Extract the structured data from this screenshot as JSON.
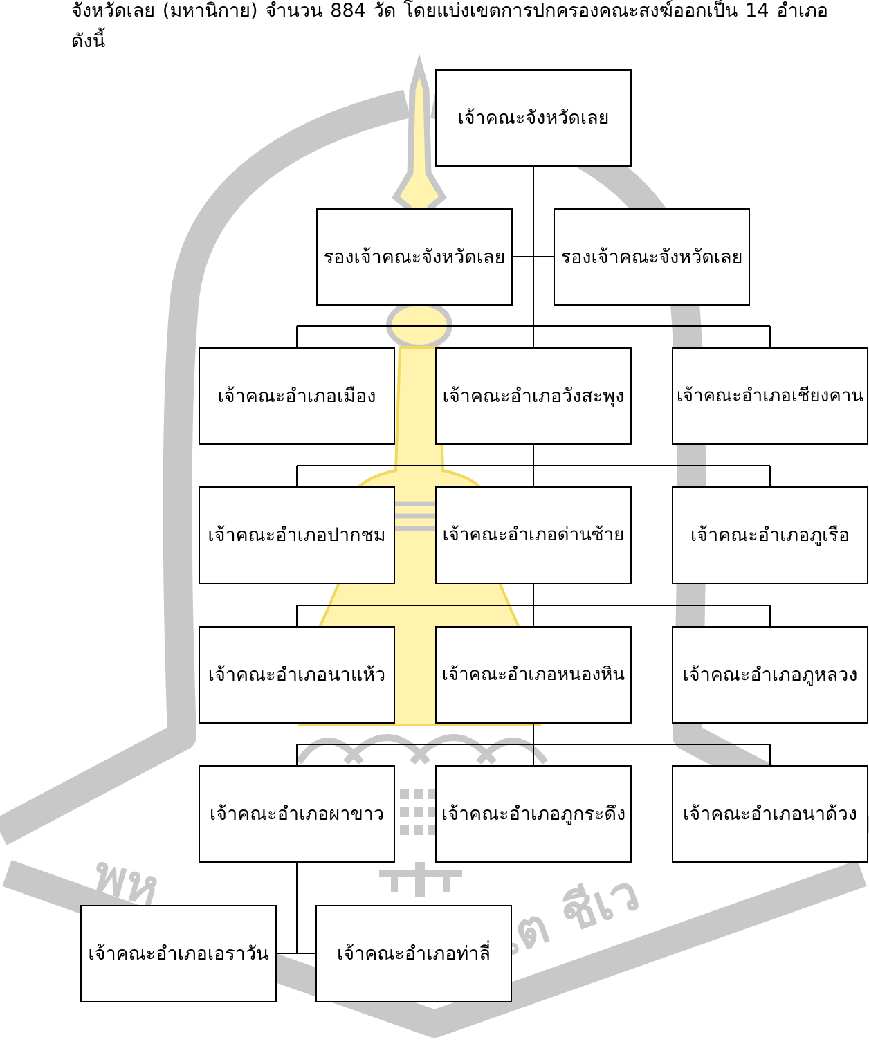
{
  "document": {
    "intro_line_1": "จังหวัดเลย (มหานิกาย) จำนวน 884 วัด โดยแบ่งเขตการปกครองคณะสงฆ์ออกเป็น 14 อำเภอ",
    "intro_line_2": "ดังนี้"
  },
  "org_chart": {
    "head": "เจ้าคณะจังหวัดเลย",
    "deputies": [
      "รองเจ้าคณะจังหวัดเลย",
      "รองเจ้าคณะจังหวัดเลย"
    ],
    "district_rows": [
      [
        "เจ้าคณะอำเภอเมือง",
        "เจ้าคณะอำเภอวังสะพุง",
        "เจ้าคณะอำเภอเชียงคาน"
      ],
      [
        "เจ้าคณะอำเภอปากชม",
        "เจ้าคณะอำเภอด่านซ้าย",
        "เจ้าคณะอำเภอภูเรือ"
      ],
      [
        "เจ้าคณะอำเภอนาแห้ว",
        "เจ้าคณะอำเภอหนองหิน",
        "เจ้าคณะอำเภอภูหลวง"
      ],
      [
        "เจ้าคณะอำเภอผาขาว",
        "เจ้าคณะอำเภอภูกระดึง",
        "เจ้าคณะอำเภอนาด้วง"
      ],
      [
        "เจ้าคณะอำเภอเอราวัน",
        "เจ้าคณะอำเภอท่าลี่"
      ]
    ]
  },
  "watermark": {
    "motto_left": "พห",
    "motto_right": "โต ชีเว"
  },
  "theme": {
    "page_bg": "#ffffff",
    "text_color": "#000000",
    "line_color": "#000000",
    "box_fill": "#ffffff",
    "watermark_gray": "#c8c8c8",
    "watermark_yellow": "#fff3ad",
    "watermark_yellow_edge": "#f2d85e"
  }
}
